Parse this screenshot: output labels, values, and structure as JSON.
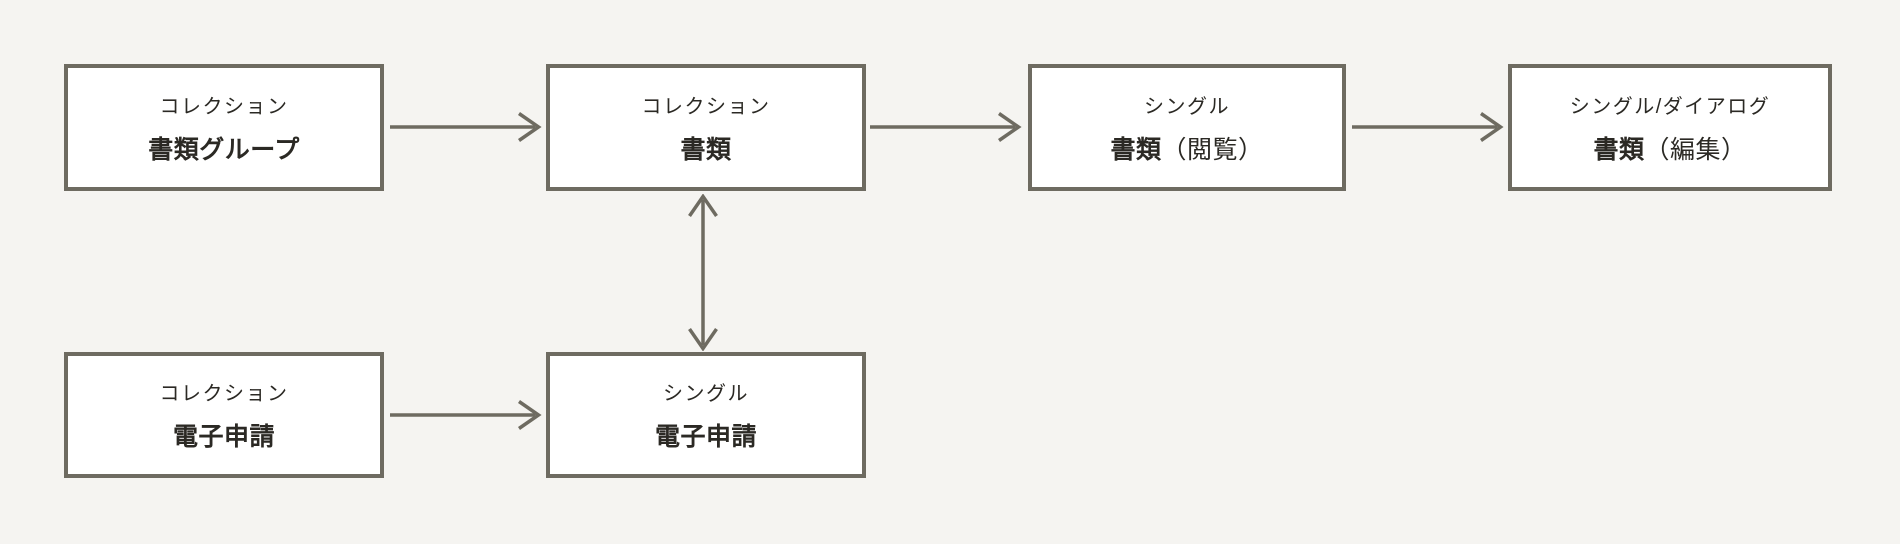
{
  "diagram": {
    "colors": {
      "background": "#F5F4F1",
      "node_fill": "#FFFFFF",
      "line": "#6E6B61",
      "text": "#2B2924"
    },
    "nodes": [
      {
        "key": "doc-group",
        "type_label": "コレクション",
        "name_bold": "書類グループ",
        "name_rest": ""
      },
      {
        "key": "doc-collection",
        "type_label": "コレクション",
        "name_bold": "書類",
        "name_rest": ""
      },
      {
        "key": "doc-view",
        "type_label": "シングル",
        "name_bold": "書類",
        "name_rest": "（閲覧）"
      },
      {
        "key": "doc-edit",
        "type_label": "シングル/ダイアログ",
        "name_bold": "書類",
        "name_rest": "（編集）"
      },
      {
        "key": "eapp-collection",
        "type_label": "コレクション",
        "name_bold": "電子申請",
        "name_rest": ""
      },
      {
        "key": "eapp-single",
        "type_label": "シングル",
        "name_bold": "電子申請",
        "name_rest": ""
      }
    ],
    "connections": [
      {
        "from": "書類グループ",
        "to": "書類",
        "type": "one-way"
      },
      {
        "from": "書類",
        "to": "書類（閲覧）",
        "type": "one-way"
      },
      {
        "from": "書類（閲覧）",
        "to": "書類（編集）",
        "type": "one-way"
      },
      {
        "from": "電子申請（コレクション）",
        "to": "電子申請（シングル）",
        "type": "one-way"
      },
      {
        "from": "電子申請（シングル）",
        "to": "書類",
        "type": "two-way"
      }
    ]
  }
}
